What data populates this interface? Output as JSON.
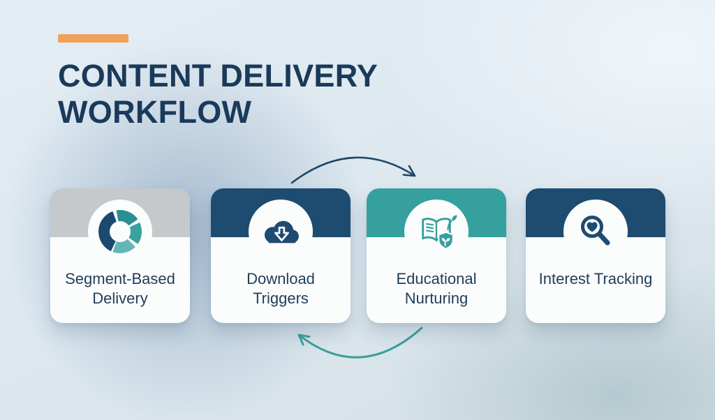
{
  "header": {
    "accent_color": "#f0a259",
    "title": "CONTENT DELIVERY WORKFLOW",
    "title_color": "#1a3a5a"
  },
  "cards": [
    {
      "label": "Segment-Based Delivery",
      "icon": "donut-chart-icon",
      "header_color": "#c5c9cc",
      "segments": [
        "#1c4a6e",
        "#2c8d92",
        "#3aa0a0",
        "#63b6b8"
      ]
    },
    {
      "label": "Download Triggers",
      "icon": "cloud-download-icon",
      "header_color": "#1e4b70",
      "icon_color": "#1e4b70"
    },
    {
      "label": "Educational Nurturing",
      "icon": "book-sprout-icon",
      "header_color": "#35a09e",
      "icon_color": "#35a09e"
    },
    {
      "label": "Interest Tracking",
      "icon": "heart-magnifier-icon",
      "header_color": "#1e4b70",
      "icon_color": "#1e4b70"
    }
  ],
  "arrows": {
    "top": {
      "color": "#1f4866",
      "direction": "left-to-right"
    },
    "bottom": {
      "color": "#3a9e9b",
      "direction": "right-to-left"
    }
  }
}
